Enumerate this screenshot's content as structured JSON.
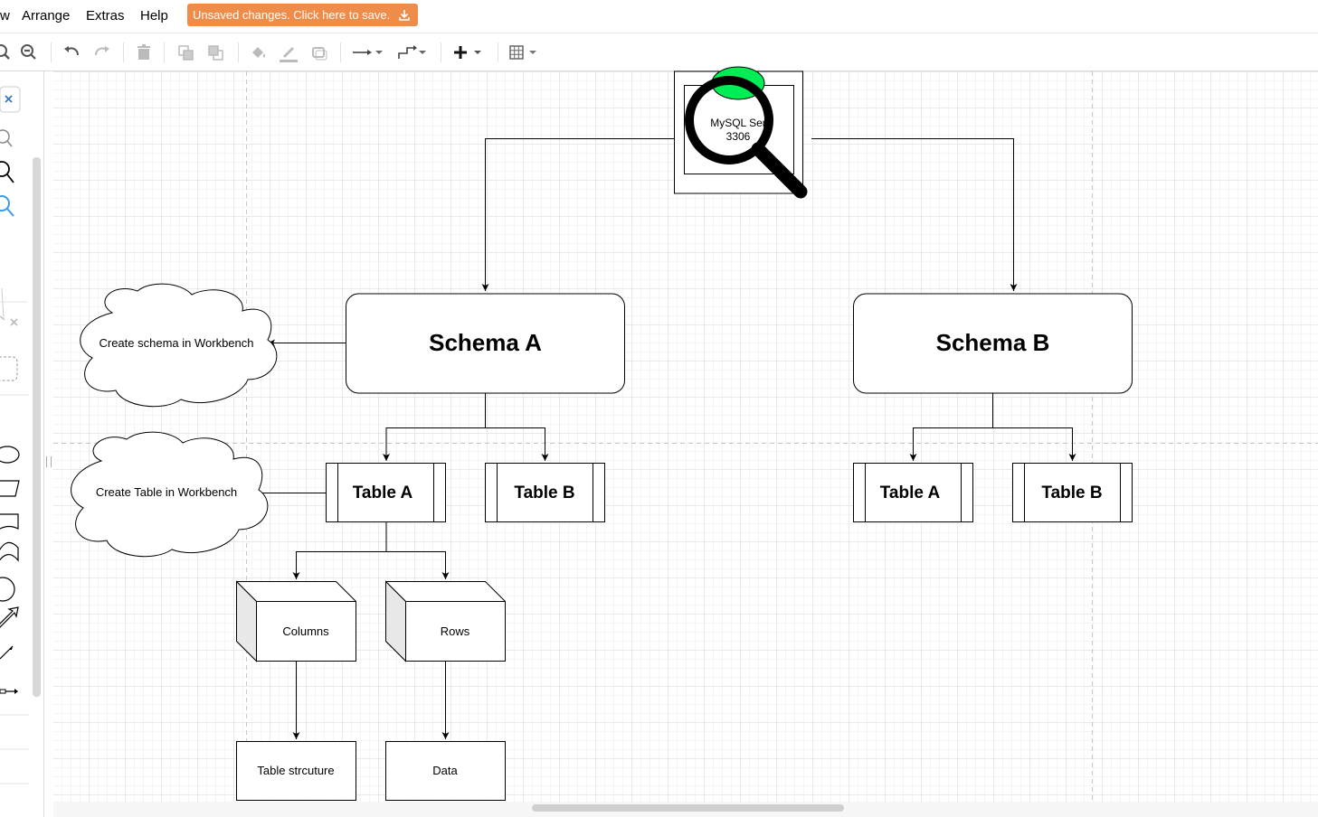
{
  "menu": {
    "partial_item": "w",
    "arrange": "Arrange",
    "extras": "Extras",
    "help": "Help"
  },
  "save_banner": {
    "label": "Unsaved changes. Click here to save.",
    "color": "#f08c4a"
  },
  "toolbar_icons": [
    "zoom-in-icon",
    "zoom-out-icon",
    "undo-icon",
    "redo-icon",
    "delete-icon",
    "to-front-icon",
    "to-back-icon",
    "fill-color-icon",
    "line-color-icon",
    "shadow-icon",
    "connection-icon",
    "waypoints-icon",
    "insert-icon",
    "table-icon"
  ],
  "diagram": {
    "server_label_line1": "MySQL Ser",
    "server_label_line2": "3306",
    "schema_a": "Schema A",
    "schema_b": "Schema B",
    "cloud_schema": "Create schema in Workbench",
    "cloud_table": "Create Table in Workbench",
    "table_a_left": "Table A",
    "table_b_left": "Table B",
    "table_a_right": "Table A",
    "table_b_right": "Table B",
    "columns": "Columns",
    "rows": "Rows",
    "table_structure": "Table strcuture",
    "data": "Data",
    "server_indicator_color": "#00ee55"
  }
}
